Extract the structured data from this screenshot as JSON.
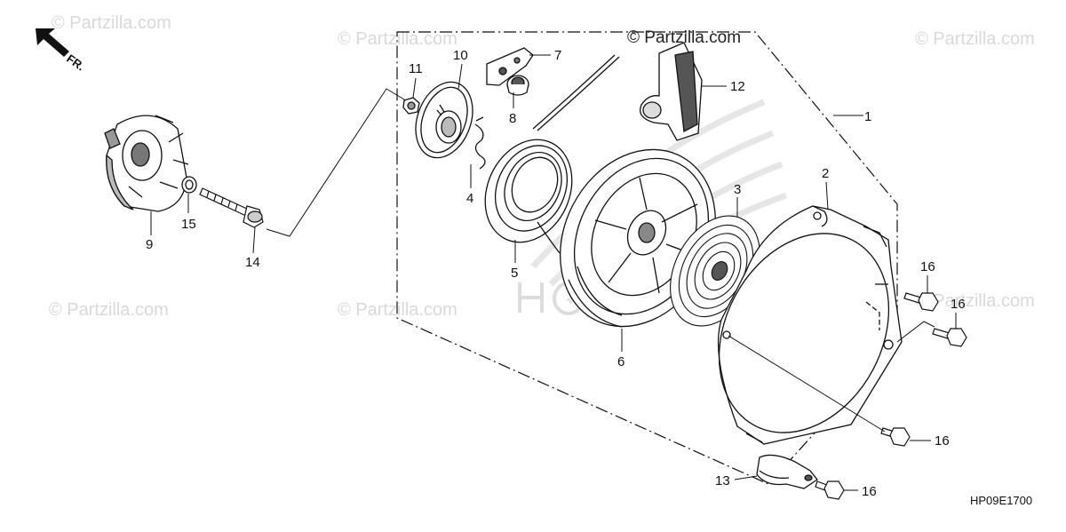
{
  "diagram": {
    "front_marker": "FR.",
    "drawing_code": "HP09E1700",
    "watermark_primary": "© Partzilla.com",
    "watermark_faint": "© Partzilla.com",
    "callouts": {
      "c1": "1",
      "c2": "2",
      "c3": "3",
      "c4": "4",
      "c5": "5",
      "c6": "6",
      "c7": "7",
      "c8": "8",
      "c9": "9",
      "c10": "10",
      "c11": "11",
      "c12": "12",
      "c13": "13",
      "c14": "14",
      "c15": "15",
      "c16a": "16",
      "c16b": "16",
      "c16c": "16",
      "c16d": "16"
    }
  },
  "colors": {
    "line": "#111111",
    "watermark": "#d9d9d9",
    "brand_ghost": "#e3e3e3"
  }
}
